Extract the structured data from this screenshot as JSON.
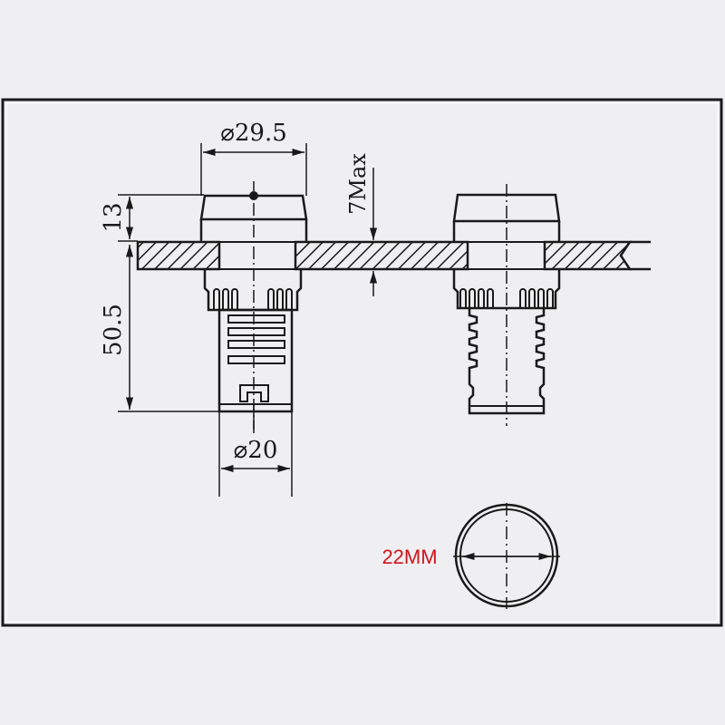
{
  "drawing": {
    "frame_color": "#1a1a1a",
    "background_color": "#efeff1",
    "labels": {
      "cap_diameter": "⌀29.5",
      "body_diameter": "⌀20",
      "cap_height": "13",
      "body_length": "50.5",
      "panel_thickness_max": "7Max",
      "mounting_hole": "22MM"
    },
    "mounting_hole_color": "#d0141c",
    "views": [
      {
        "name": "side-section-view",
        "parts": [
          "cap",
          "panel",
          "knurled-nut",
          "body",
          "terminal"
        ]
      },
      {
        "name": "side-exterior-view",
        "parts": [
          "cap",
          "panel",
          "knurled-nut",
          "threaded-body"
        ]
      },
      {
        "name": "mounting-hole-view",
        "parts": [
          "circle",
          "diameter-arrow"
        ]
      }
    ]
  }
}
